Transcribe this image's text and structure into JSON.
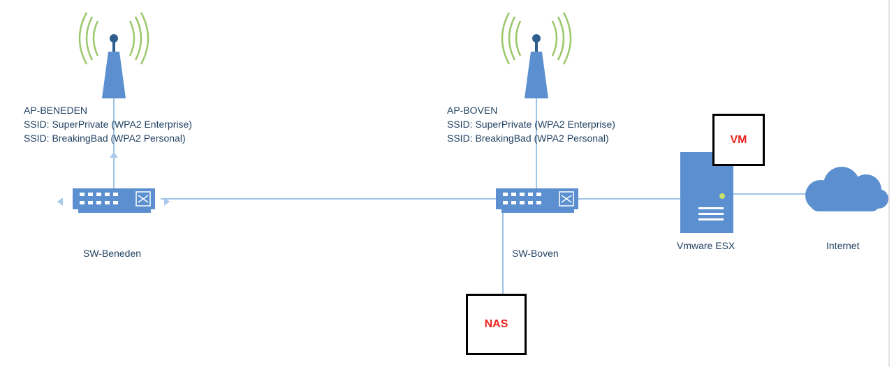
{
  "ap_beneden": {
    "name": "AP-BENEDEN",
    "ssid1": "SSID: SuperPrivate (WPA2 Enterprise)",
    "ssid2": "SSID: BreakingBad (WPA2 Personal)"
  },
  "ap_boven": {
    "name": "AP-BOVEN",
    "ssid1": "SSID: SuperPrivate (WPA2 Enterprise)",
    "ssid2": "SSID: BreakingBad (WPA2 Personal)"
  },
  "sw_beneden": {
    "label": "SW-Beneden"
  },
  "sw_boven": {
    "label": "SW-Boven"
  },
  "server": {
    "label": "Vmware ESX"
  },
  "cloud": {
    "label": "Internet"
  },
  "vm": {
    "label": "VM"
  },
  "nas": {
    "label": "NAS"
  },
  "colors": {
    "device": "#5b8fcf",
    "link": "#7fb0de",
    "wifi_waves": "#9bc86a",
    "box_text": "#e8231f",
    "label_text": "#1f3f5f"
  }
}
